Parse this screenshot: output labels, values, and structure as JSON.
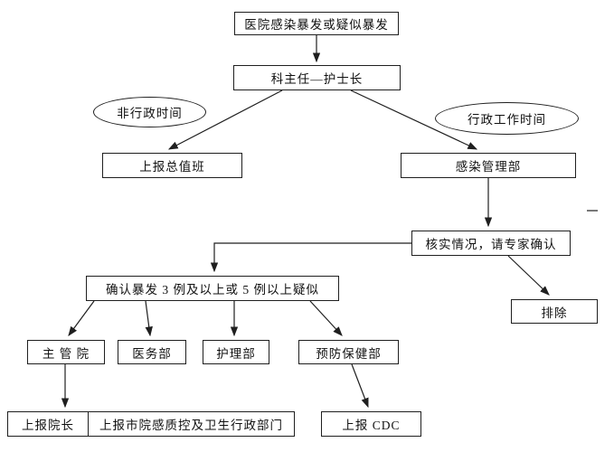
{
  "diagram": {
    "accent_color": "#1f1f1f",
    "background_color": "#ffffff",
    "nodes": {
      "outbreak": "医院感染暴发或疑似暴发",
      "director": "科主任—护士长",
      "non_admin_time": "非行政时间",
      "admin_time": "行政工作时间",
      "duty_office": "上报总值班",
      "infection_dept": "感染管理部",
      "verify": "核实情况，请专家确认",
      "confirm": "确认暴发 3 例及以上或 5 例以上疑似",
      "exclude": "排除",
      "hospital_lead": "主 管 院",
      "medical_dept": "医务部",
      "nursing_dept": "护理部",
      "prevention_dept": "预防保健部",
      "report_president": "上报院长",
      "report_city": "上报市院感质控及卫生行政部门",
      "report_cdc": "上报 CDC"
    }
  }
}
